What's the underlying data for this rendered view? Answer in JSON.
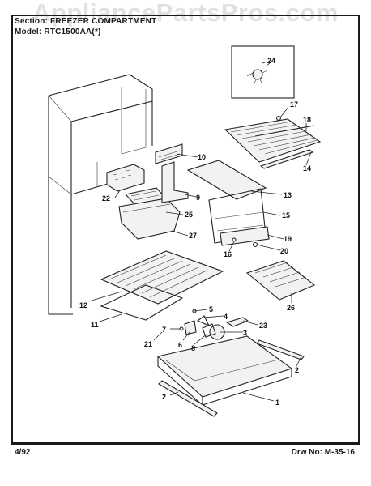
{
  "watermark": "AppliancePartsPros.com",
  "header": {
    "section_line": "Section: FREEZER COMPARTMENT",
    "model_line": "Model: RTC1500AA(*)"
  },
  "footer": {
    "date": "4/92",
    "drawing_number": "Drw No: M-35-16"
  },
  "callouts": {
    "c1": "1",
    "c2a": "2",
    "c2b": "2",
    "c3": "3",
    "c4": "4",
    "c5": "5",
    "c6": "6",
    "c7": "7",
    "c8": "8",
    "c9": "9",
    "c10": "10",
    "c11": "11",
    "c12": "12",
    "c13": "13",
    "c14": "14",
    "c15": "15",
    "c16": "16",
    "c17": "17",
    "c18": "18",
    "c19": "19",
    "c20": "20",
    "c21": "21",
    "c22": "22",
    "c23": "23",
    "c24": "24",
    "c25": "25",
    "c26": "26",
    "c27": "27"
  }
}
